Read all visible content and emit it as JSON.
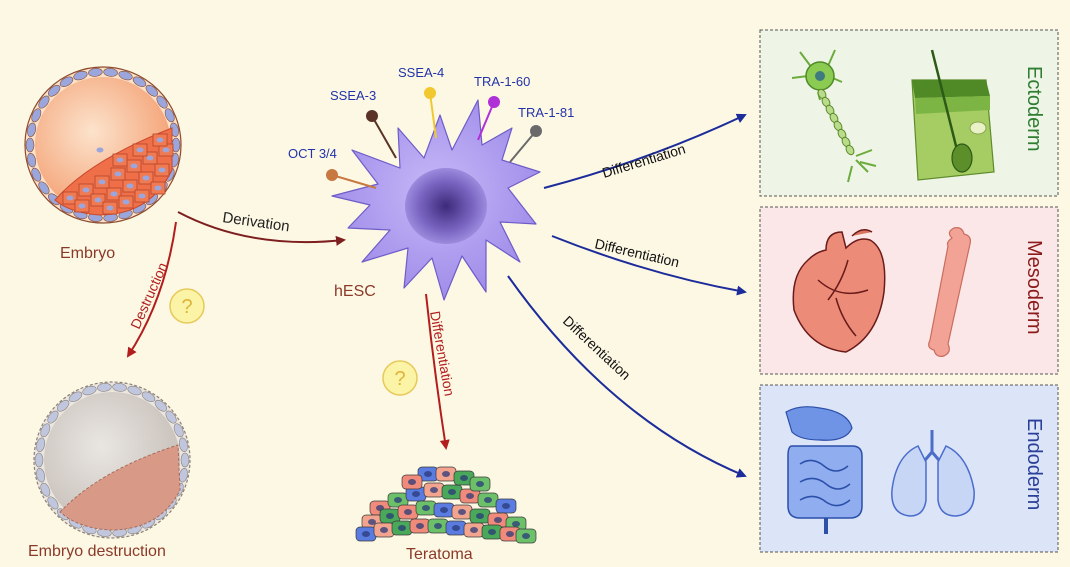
{
  "labels": {
    "embryo": "Embryo",
    "embryo_destruction": "Embryo destruction",
    "hesc": "hESC",
    "teratoma": "Teratoma",
    "derivation": "Derivation",
    "destruction": "Destruction",
    "differentiation_teratoma": "Differentiation",
    "question_mark": "?"
  },
  "markers": [
    {
      "id": "oct",
      "label": "OCT 3/4",
      "color": "#c87941"
    },
    {
      "id": "ssea3",
      "label": "SSEA-3",
      "color": "#5a3326"
    },
    {
      "id": "ssea4",
      "label": "SSEA-4",
      "color": "#f2c830"
    },
    {
      "id": "tra160",
      "label": "TRA-1-60",
      "color": "#b030d8"
    },
    {
      "id": "tra181",
      "label": "TRA-1-81",
      "color": "#6a6a6a"
    }
  ],
  "germ_layers": [
    {
      "id": "ectoderm",
      "name": "Ectoderm",
      "arrow_label": "Differentiation",
      "organs": [
        "neuron-icon",
        "skin-icon"
      ],
      "text_color": "#2e7d32",
      "bg": "#eef5e6"
    },
    {
      "id": "mesoderm",
      "name": "Mesoderm",
      "arrow_label": "Differentiation",
      "organs": [
        "heart-icon",
        "bone-icon"
      ],
      "text_color": "#8b1a1a",
      "bg": "#fbe7e7"
    },
    {
      "id": "endoderm",
      "name": "Endoderm",
      "arrow_label": "Differentiation",
      "organs": [
        "intestine-icon",
        "lung-icon"
      ],
      "text_color": "#2a3f9a",
      "bg": "#dce4f7"
    }
  ],
  "colors": {
    "background": "#fdf8e4",
    "red_arrow": "#b21e1e",
    "dark_red_arrow": "#7d1f1f",
    "blue_arrow": "#1c2c9a",
    "marker_text": "#2233aa",
    "hesc_cell": "#ad9cf0"
  }
}
